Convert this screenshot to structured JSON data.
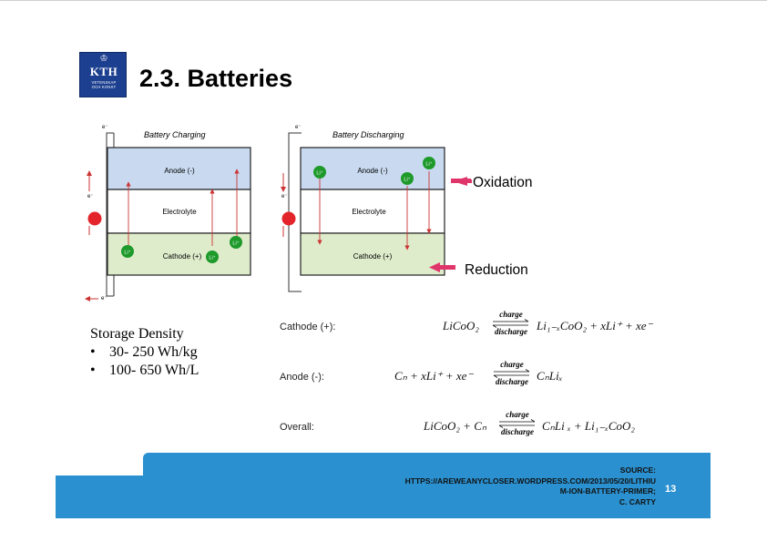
{
  "slide": {
    "title": "2.3. Batteries",
    "page_number": "13"
  },
  "logo": {
    "text": "KTH",
    "subtext_1": "VETENSKAP",
    "subtext_2": "OCH KONST",
    "crown": "♔"
  },
  "diagram": {
    "charging": {
      "title": "Battery Charging",
      "anode": "Anode (-)",
      "electrolyte": "Electrolyte",
      "cathode": "Cathode (+)",
      "li_ion": "Li⁺",
      "electron": "e⁻",
      "arrow": "←"
    },
    "discharging": {
      "title": "Battery Discharging",
      "anode": "Anode (-)",
      "electrolyte": "Electrolyte",
      "cathode": "Cathode (+)",
      "li_ion": "Li⁺",
      "electron": "e⁻"
    },
    "oxidation": "Oxidation",
    "reduction": "Reduction",
    "colors": {
      "anode": "#c9daf0",
      "cathode": "#dfeccc",
      "li": "#1e9a2a",
      "arrow": "#e0356a",
      "source": "#e3242b"
    }
  },
  "storage": {
    "heading": "Storage Density",
    "items": [
      "30- 250 Wh/kg",
      "100- 650 Wh/L"
    ],
    "bullet": "•"
  },
  "equations": {
    "cathode": {
      "label": "Cathode (+):",
      "lhs": "LiCoO₂",
      "rhs": "Li₁₋ₓCoO₂ + xLi⁺ + xe⁻"
    },
    "anode": {
      "label": "Anode (-):",
      "lhs": "Cₙ + xLi⁺ + xe⁻",
      "rhs": "CₙLiₓ"
    },
    "overall": {
      "label": "Overall:",
      "lhs": "LiCoO₂ + Cₙ",
      "rhs": "CₙLi ₓ + Li₁₋ₓCoO₂"
    },
    "charge": "charge",
    "discharge": "discharge"
  },
  "footer": {
    "source_lines": [
      "SOURCE:",
      "HTTPS://AREWEANYCLOSER.WORDPRESS.COM/2013/05/20/LITHIU",
      "M-ION-BATTERY-PRIMER;",
      "C. CARTY"
    ]
  }
}
